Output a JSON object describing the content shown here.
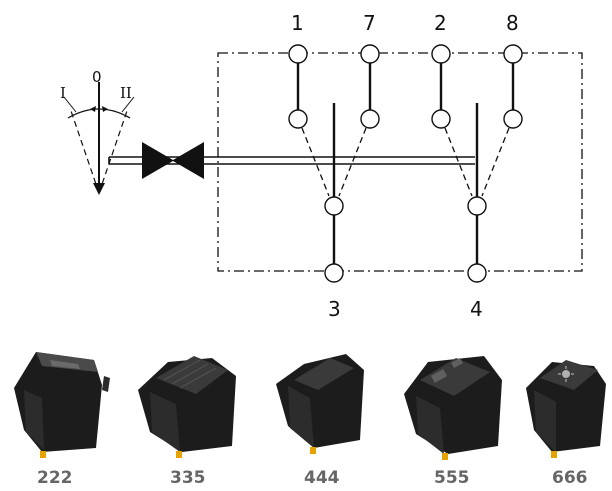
{
  "diagram": {
    "terminals": {
      "top": [
        "1",
        "7",
        "2",
        "8"
      ],
      "bottom": [
        "3",
        "4"
      ]
    },
    "positions": {
      "left": "I",
      "center": "0",
      "right": "II"
    }
  },
  "switch_models": [
    {
      "code": "222"
    },
    {
      "code": "335"
    },
    {
      "code": "444"
    },
    {
      "code": "555"
    },
    {
      "code": "666"
    }
  ],
  "colors": {
    "line": "#111111",
    "switch_body": "#1c1c1c",
    "switch_highlight": "#4a4a4a",
    "terminal_pin": "#e6a300",
    "caption": "#666666"
  }
}
